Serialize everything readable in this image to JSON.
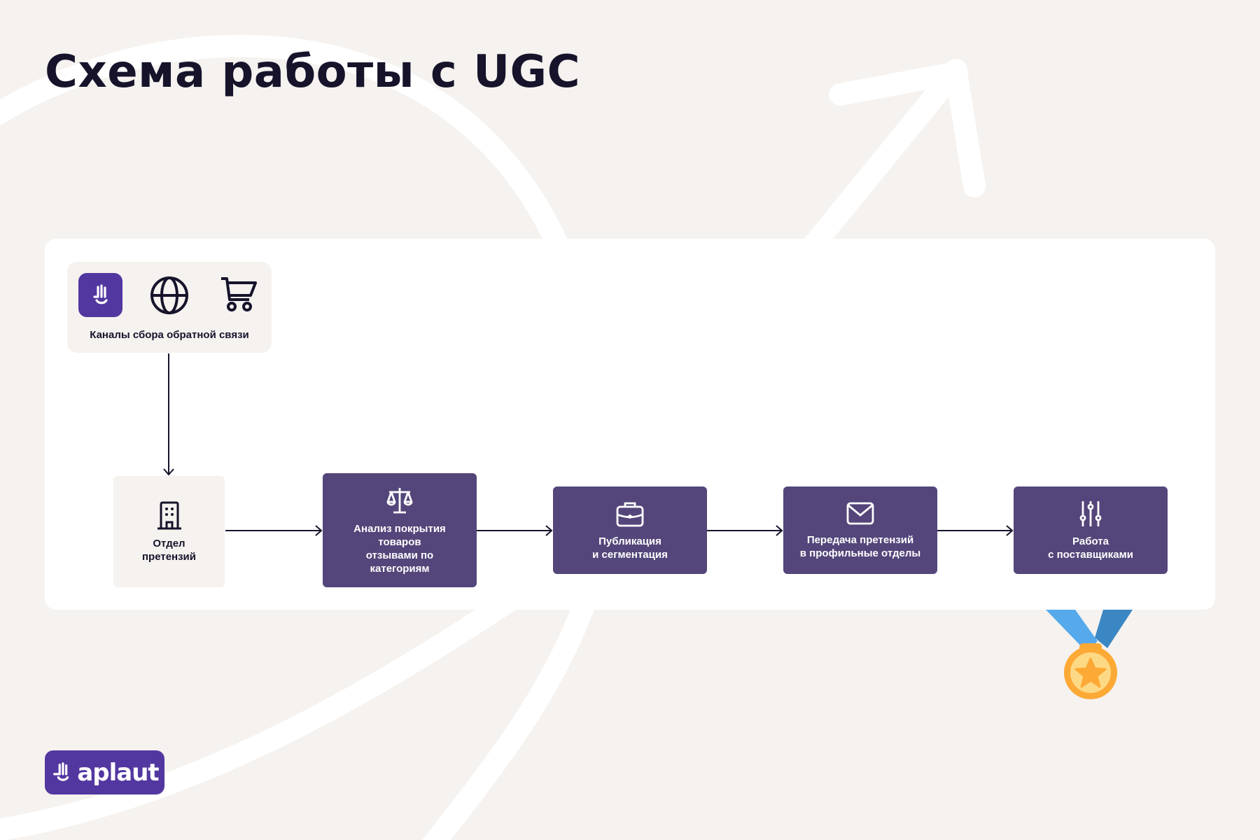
{
  "title": "Схема работы с UGC",
  "channels": {
    "label": "Каналы сбора обратной связи",
    "icons": [
      "aplaut-hand-icon",
      "globe-icon",
      "shopping-cart-icon"
    ]
  },
  "steps": [
    {
      "label": "Отдел\nпретензий",
      "icon": "building-icon"
    },
    {
      "label": "Анализ покрытия\nтоваров\nотзывами по\nкатегориям",
      "icon": "scales-icon"
    },
    {
      "label": "Публикация\nи сегментация",
      "icon": "briefcase-icon"
    },
    {
      "label": "Передача претензий\nв профильные отделы",
      "icon": "envelope-icon"
    },
    {
      "label": "Работа\nс поставщиками",
      "icon": "sliders-icon"
    }
  ],
  "logo": {
    "text": "aplaut"
  },
  "colors": {
    "background": "#f5f2ef",
    "step": "#54467a",
    "brand": "#5237a0",
    "text": "#16132b"
  }
}
